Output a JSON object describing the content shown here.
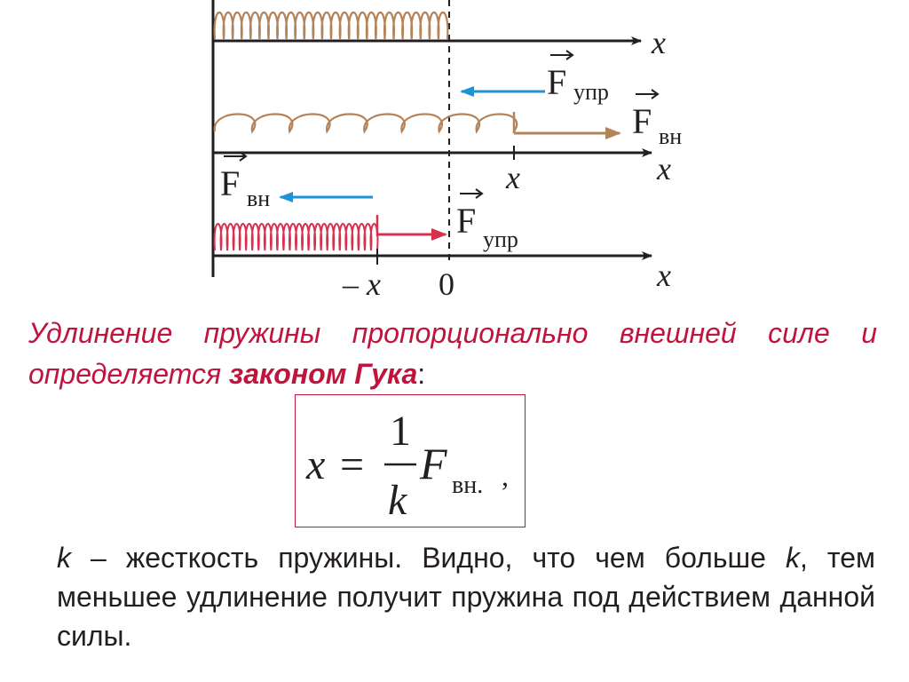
{
  "diagram": {
    "axis_label": "x",
    "force_symbol": "F",
    "sub_elastic": "упр",
    "sub_external": "вн",
    "tick_x": "x",
    "tick_minus_x": "– x",
    "tick_zero": "0",
    "colors": {
      "spring_relaxed": "#b5835a",
      "spring_stretched": "#b5835a",
      "spring_compressed": "#d8304f",
      "arrow_elastic": "#1c93d6",
      "arrow_external_stretch": "#b5835a",
      "arrow_external_compress": "#1c93d6",
      "arrow_elastic_compress": "#d8304f",
      "axis": "#231f20"
    }
  },
  "statement": {
    "part1": "Удлинение пружины пропорционально внешней силе и определяется ",
    "law": "законом Гука",
    "colon": ":"
  },
  "formula": {
    "lhs": "x",
    "equals": "=",
    "numerator": "1",
    "denominator": "k",
    "force": "F",
    "subscript": "вн.",
    "trailing": ","
  },
  "description": {
    "k1": "k",
    "text1": " – жесткость пружины. Видно, что чем больше ",
    "k2": "k",
    "text2": ", тем меньшее удлинение получит пружина под действием данной силы."
  }
}
